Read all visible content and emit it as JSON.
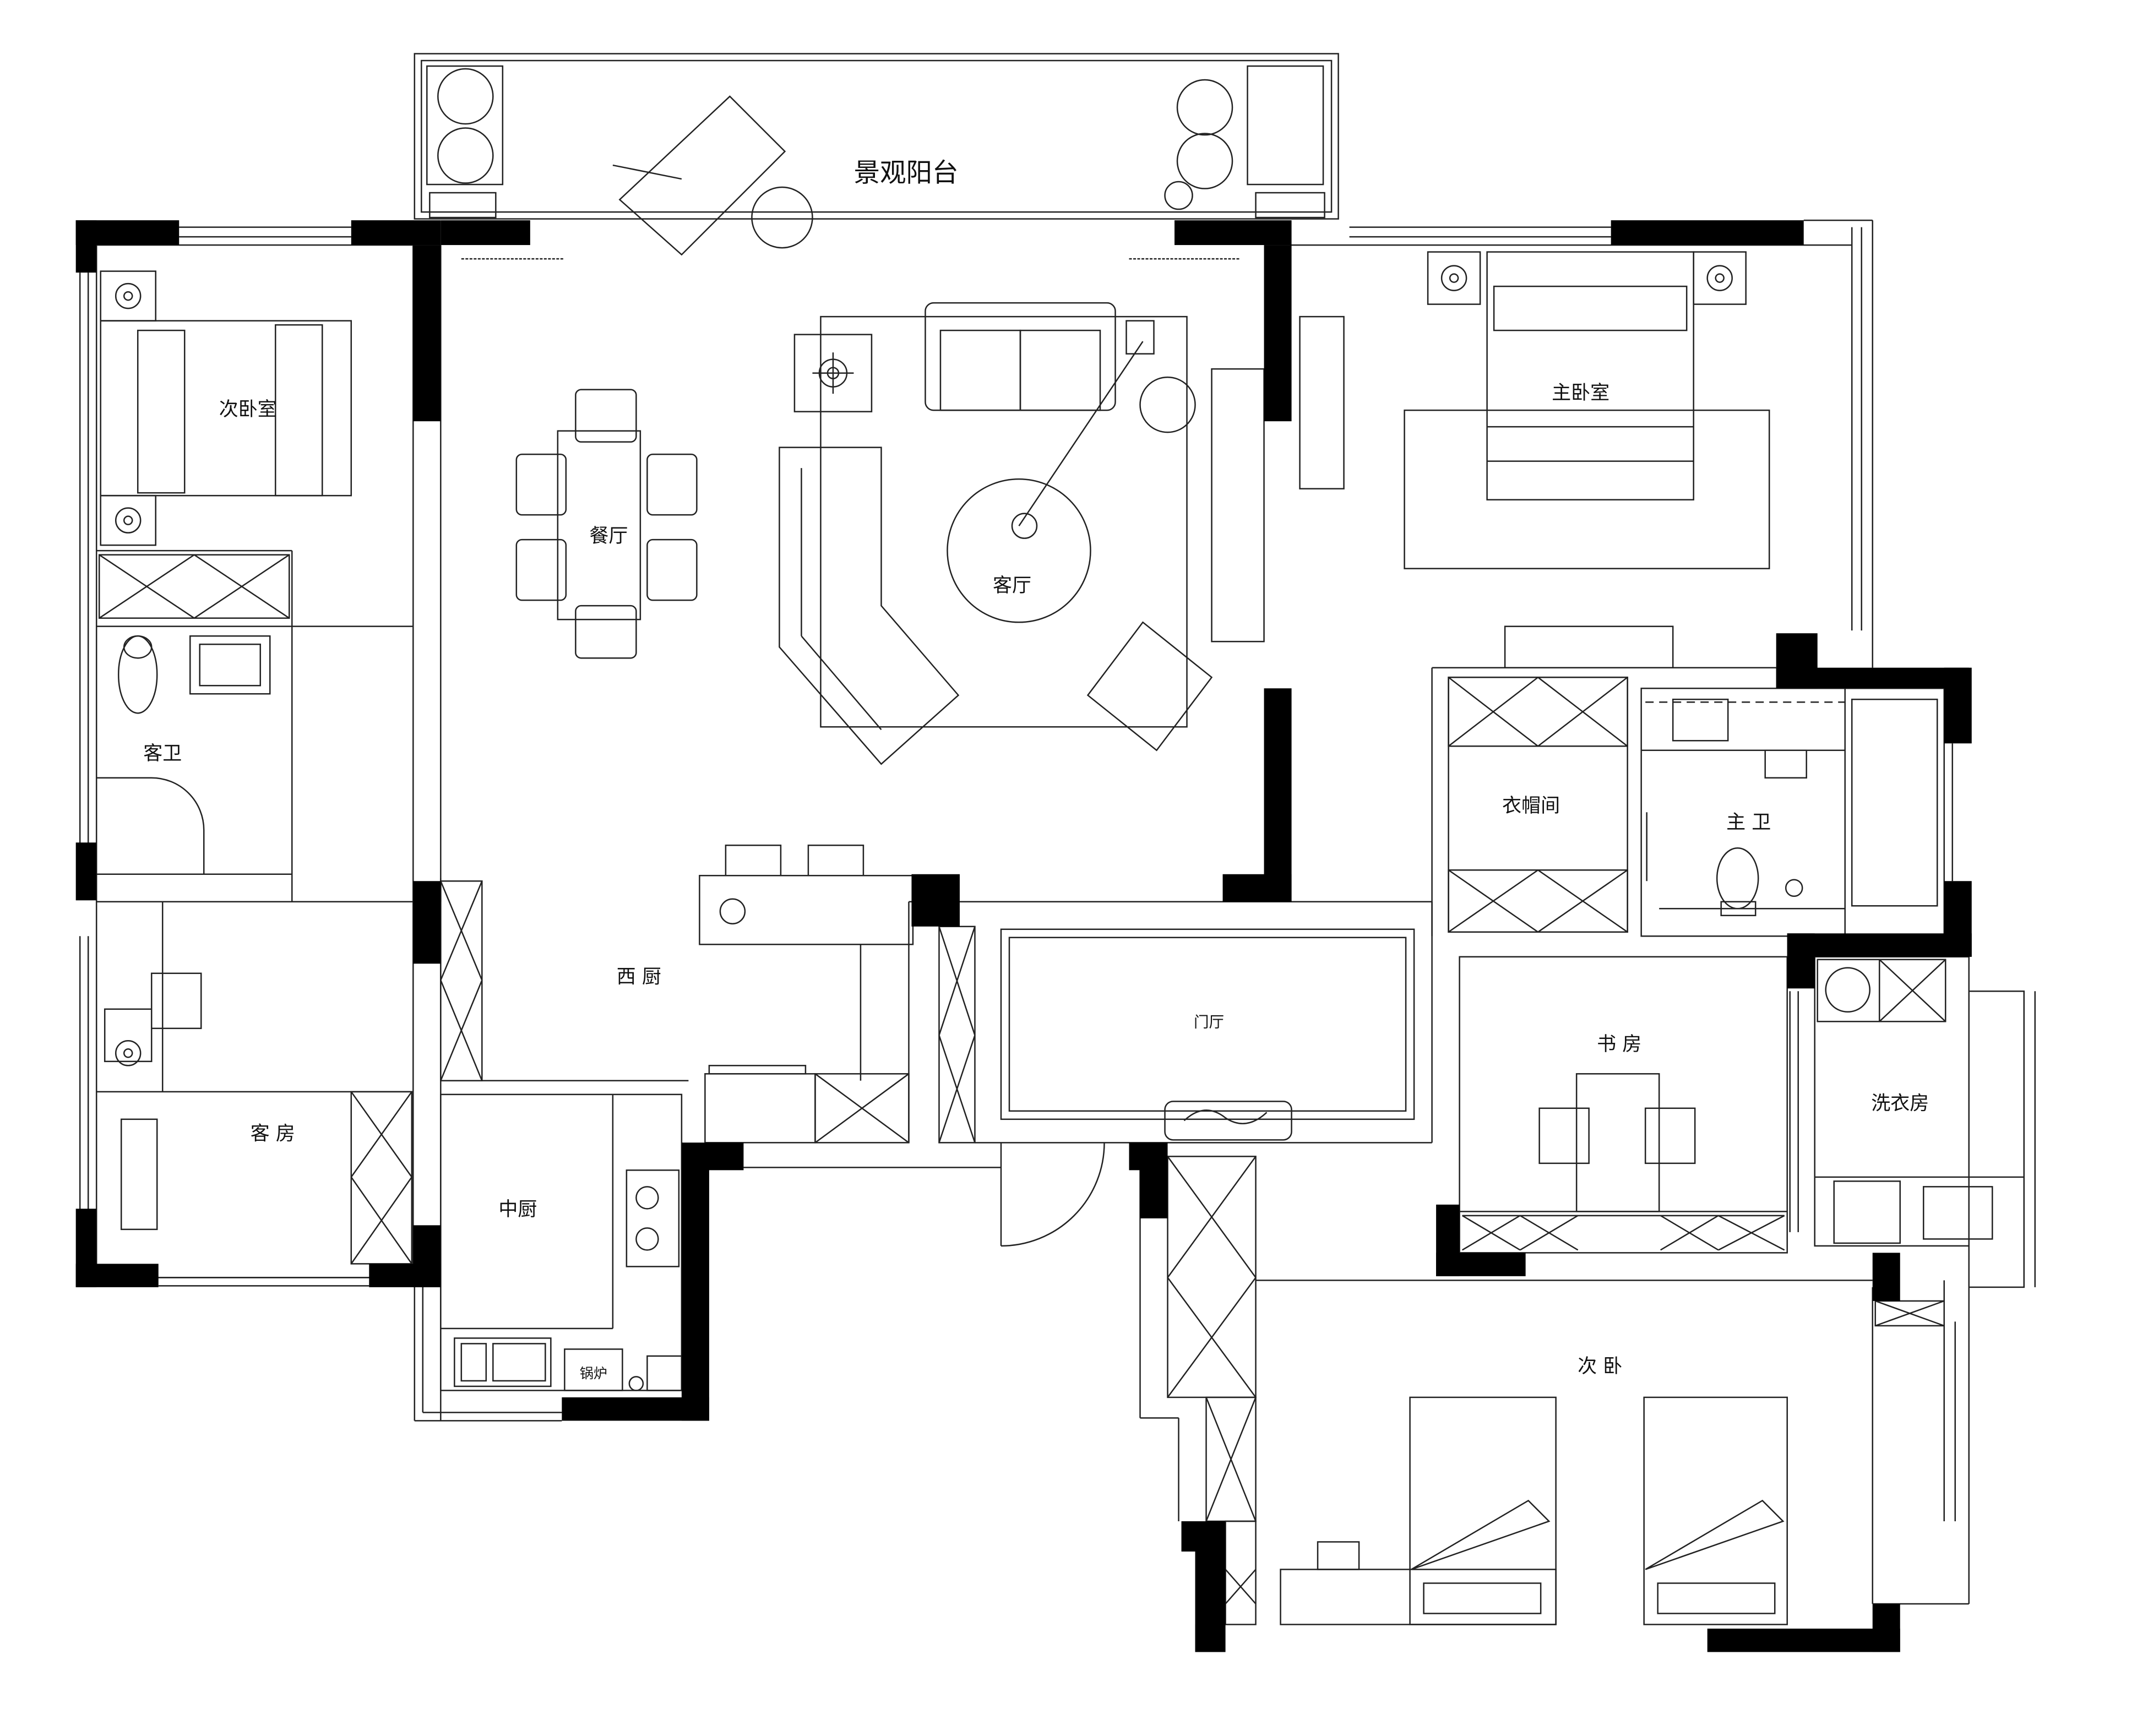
{
  "rooms": {
    "balcony": "景观阳台",
    "second_bedroom_a": "次卧室",
    "dining": "餐厅",
    "living": "客厅",
    "master_bedroom": "主卧室",
    "guest_bath": "客卫",
    "cloakroom": "衣帽间",
    "master_bath": "主 卫",
    "western_kitchen": "西 厨",
    "foyer": "门厅",
    "study": "书 房",
    "laundry": "洗衣房",
    "guest_room": "客 房",
    "chinese_kitchen": "中厨",
    "second_bedroom_b": "次 卧",
    "boiler": "锅炉"
  },
  "colors": {
    "wall": "#000000",
    "line": "#222222",
    "background": "#ffffff"
  }
}
